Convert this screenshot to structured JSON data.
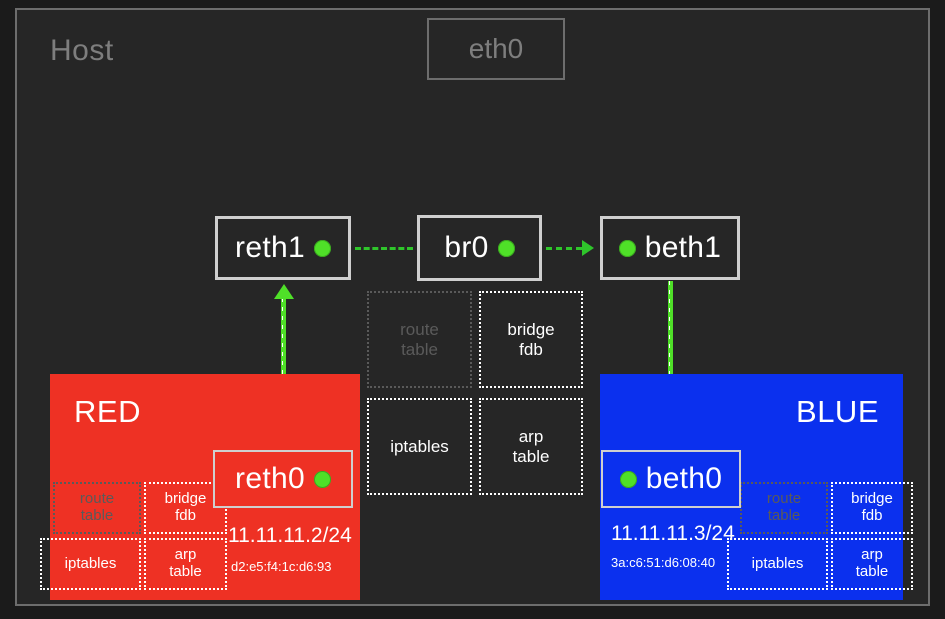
{
  "host": {
    "label": "Host",
    "uplink_interface": "eth0"
  },
  "bridge": {
    "label": "br0",
    "led": "green-led-icon"
  },
  "host_veth_peers": [
    {
      "label": "reth1",
      "led": "green-led-icon"
    },
    {
      "label": "beth1",
      "led": "green-led-icon"
    }
  ],
  "host_tables": [
    {
      "label": "route table",
      "lines": [
        "route",
        "table"
      ],
      "state": "inactive"
    },
    {
      "label": "bridge fdb",
      "lines": [
        "bridge",
        "fdb"
      ],
      "state": "active"
    },
    {
      "label": "iptables",
      "lines": [
        "iptables"
      ],
      "state": "active"
    },
    {
      "label": "arp table",
      "lines": [
        "arp",
        "table"
      ],
      "state": "active"
    }
  ],
  "namespaces": [
    {
      "name": "RED",
      "color": "#ee3124",
      "interface": {
        "label": "reth0",
        "led": "green-led-icon"
      },
      "ip": "11.11.11.2/24",
      "mac": "d2:e5:f4:1c:d6:93",
      "tables": [
        {
          "label": "route table",
          "lines": [
            "route",
            "table"
          ],
          "state": "inactive"
        },
        {
          "label": "bridge fdb",
          "lines": [
            "bridge",
            "fdb"
          ],
          "state": "active"
        },
        {
          "label": "iptables",
          "lines": [
            "iptables"
          ],
          "state": "active"
        },
        {
          "label": "arp table",
          "lines": [
            "arp",
            "table"
          ],
          "state": "active"
        }
      ]
    },
    {
      "name": "BLUE",
      "color": "#0b30ee",
      "interface": {
        "label": "beth0",
        "led": "green-led-icon"
      },
      "ip": "11.11.11.3/24",
      "mac": "3a:c6:51:d6:08:40",
      "tables": [
        {
          "label": "route table",
          "lines": [
            "route",
            "table"
          ],
          "state": "inactive"
        },
        {
          "label": "bridge fdb",
          "lines": [
            "bridge",
            "fdb"
          ],
          "state": "active"
        },
        {
          "label": "iptables",
          "lines": [
            "iptables"
          ],
          "state": "active"
        },
        {
          "label": "arp table",
          "lines": [
            "arp",
            "table"
          ],
          "state": "active"
        }
      ]
    }
  ],
  "links": [
    {
      "from": "reth1",
      "to": "br0",
      "style": "dashed",
      "arrow": false,
      "color": "#2fc52b"
    },
    {
      "from": "br0",
      "to": "beth1",
      "style": "dashed",
      "arrow": true,
      "color": "#2fc52b"
    },
    {
      "from": "reth0",
      "to": "reth1",
      "style": "solid",
      "arrow": true,
      "color": "#4fe028"
    },
    {
      "from": "beth1",
      "to": "beth0",
      "style": "solid",
      "arrow": true,
      "color": "#4fe028"
    }
  ],
  "colors": {
    "background": "#1b1b1b",
    "host_fill": "#262626",
    "host_border": "#6d6d6d",
    "inactive": "#5a5a5a",
    "link_green": "#2fc52b",
    "led_green": "#4fe028"
  }
}
